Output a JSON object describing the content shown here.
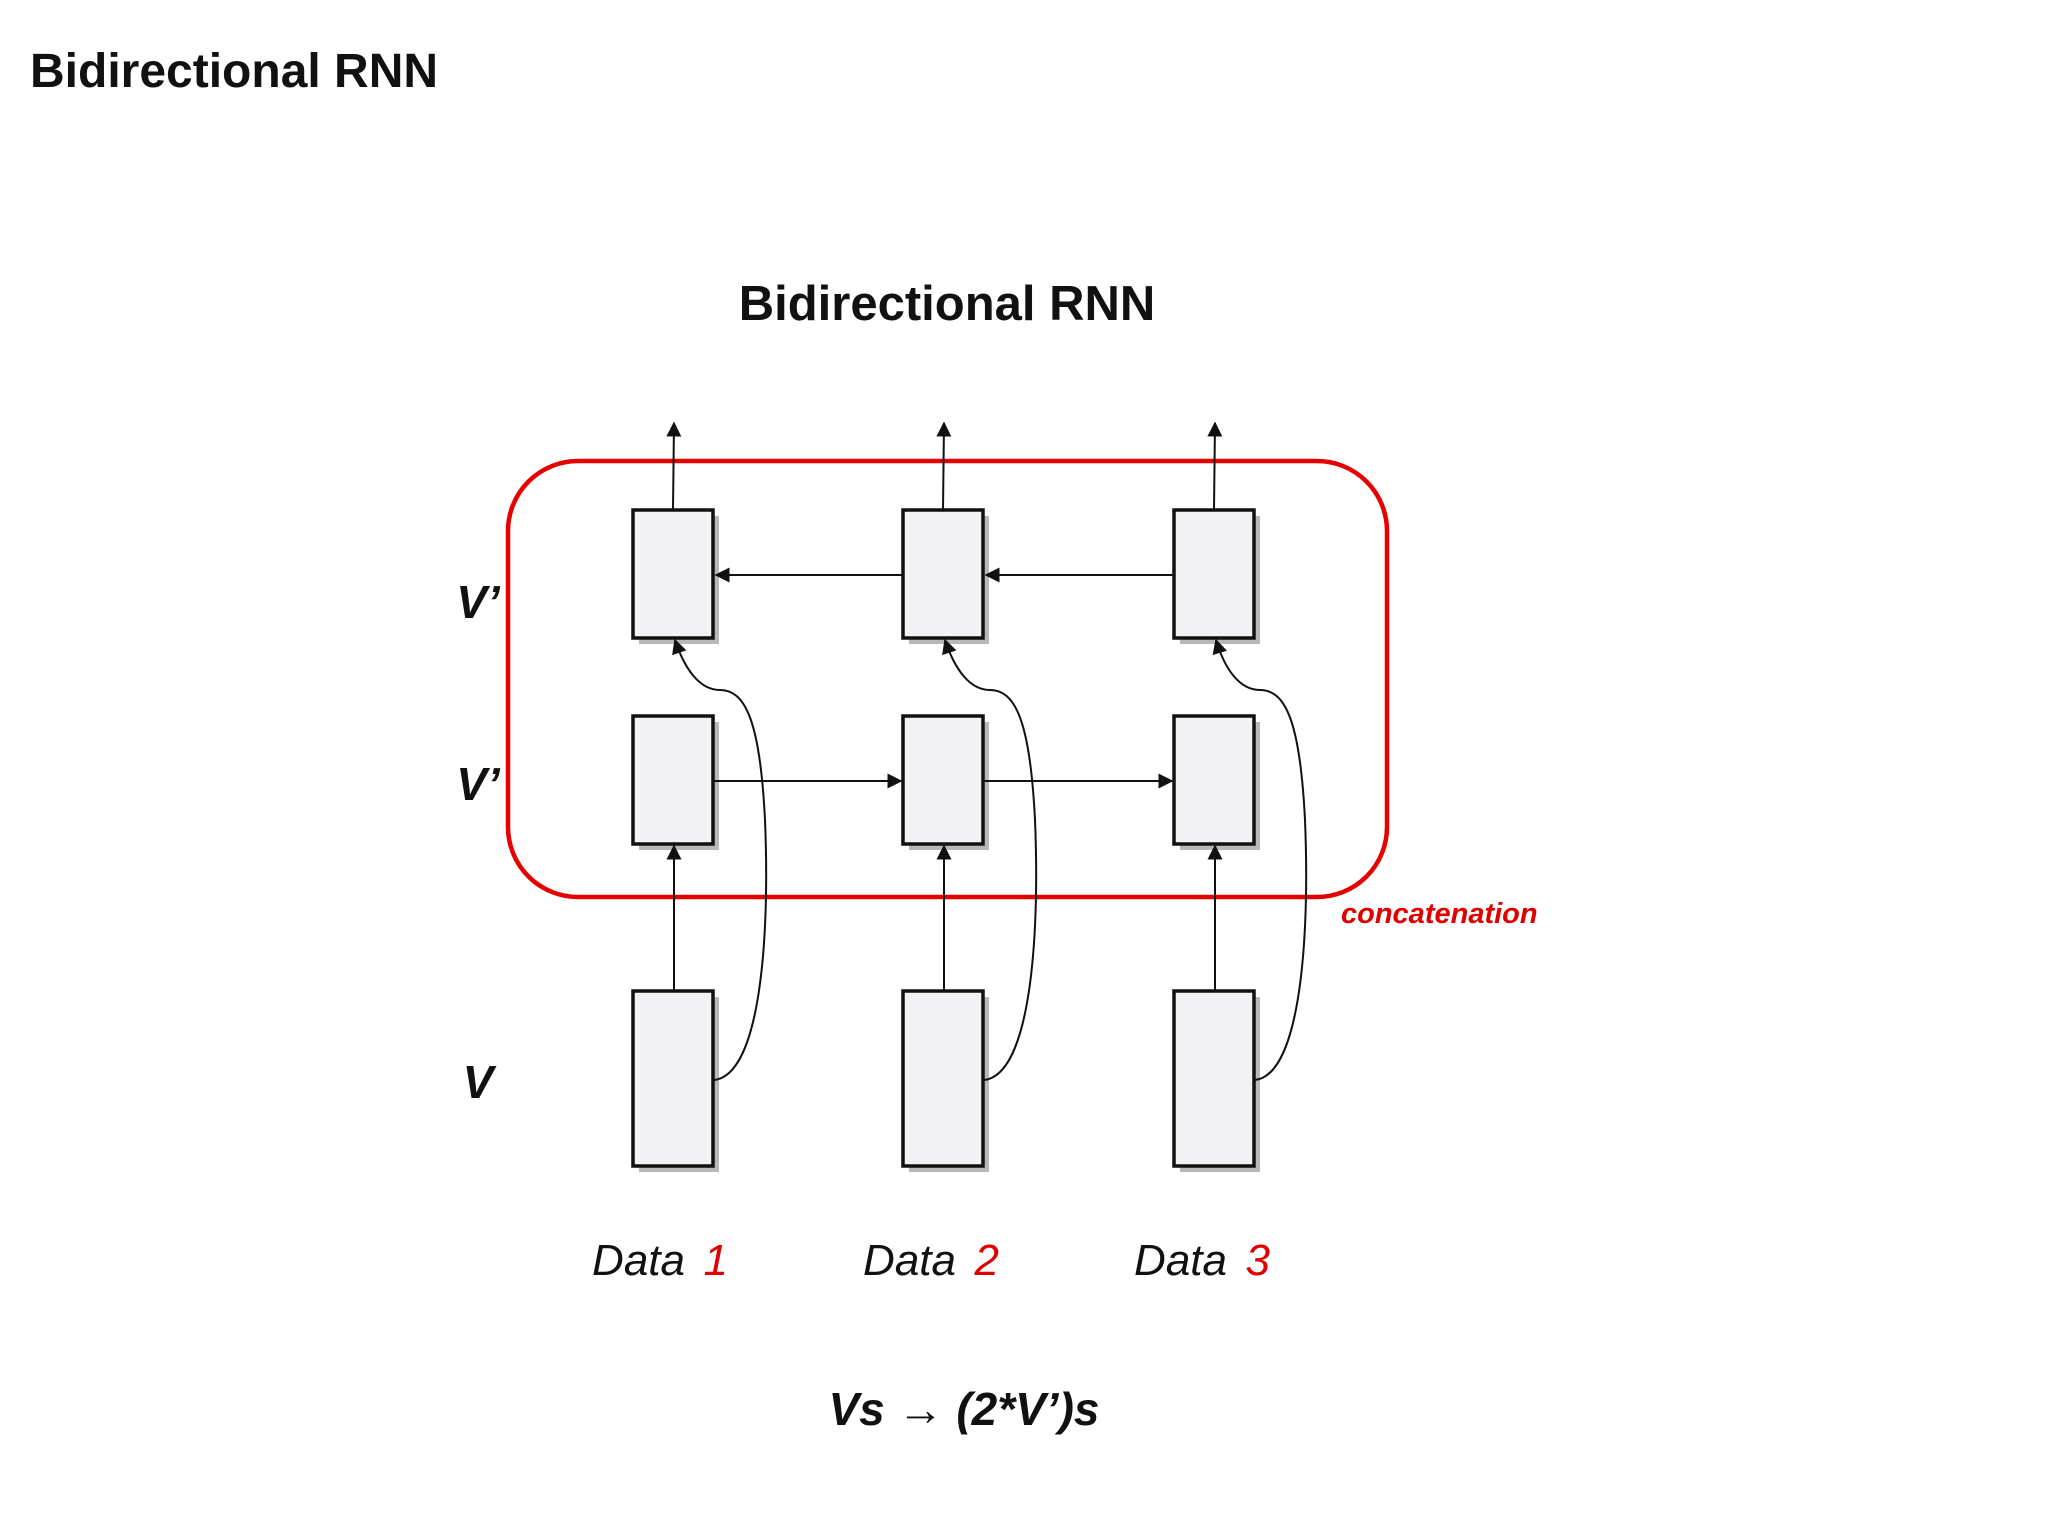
{
  "slide": {
    "title": "Bidirectional RNN"
  },
  "diagram": {
    "title": "Bidirectional RNN",
    "row_labels": {
      "backward": "V’",
      "forward": "V’",
      "input": "V"
    },
    "inputs": [
      {
        "word": "Data",
        "number": "1"
      },
      {
        "word": "Data",
        "number": "2"
      },
      {
        "word": "Data",
        "number": "3"
      }
    ],
    "concat_label": "concatenation",
    "formula": "Vs → (2*V’)s",
    "colors": {
      "highlight": "#e60000",
      "cell_fill": "#f2f2f4",
      "stroke": "#111111"
    }
  }
}
